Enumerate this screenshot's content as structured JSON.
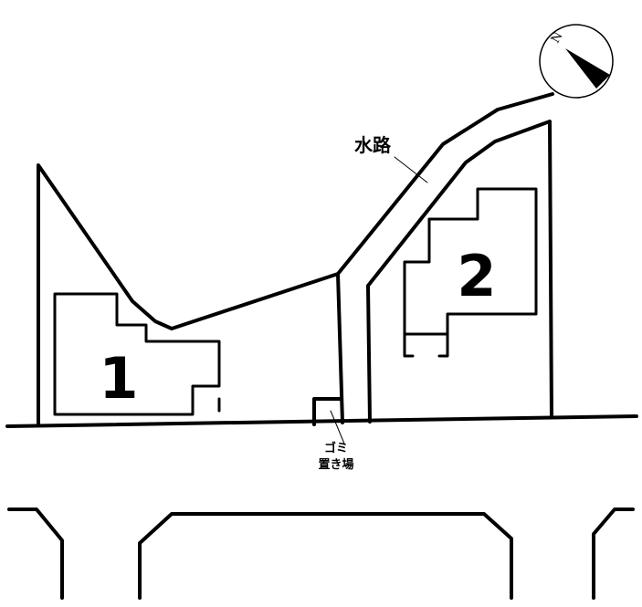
{
  "labels": {
    "waterway": "水路",
    "lot1": "1",
    "lot2": "2",
    "garbage_line1": "ゴミ",
    "garbage_line2": "置き場",
    "compass_north": "N"
  },
  "colors": {
    "line": "#000000",
    "background": "#ffffff"
  }
}
